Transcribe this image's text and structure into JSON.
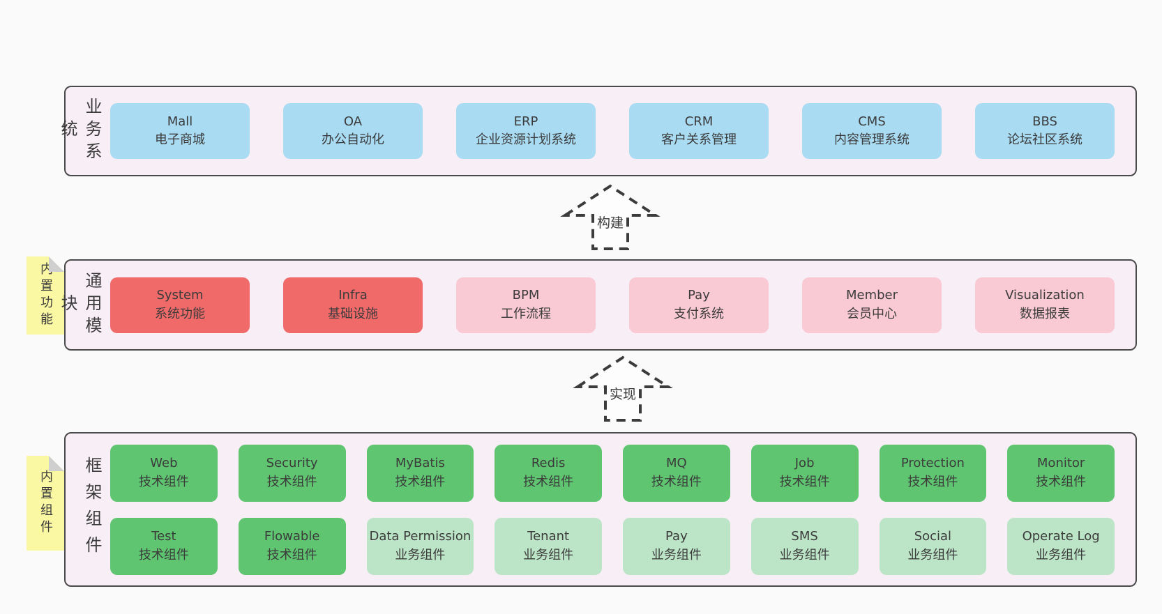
{
  "page": {
    "background": "#fafafa"
  },
  "colors": {
    "container_bg": "#f8eef6",
    "container_border": "#4a4a4a",
    "blue_box": "#a9dbf3",
    "red_box": "#f16a6a",
    "pink_box": "#f9c9d4",
    "green_dark_box": "#5fc571",
    "green_light_box": "#bce4c6",
    "sticky_tab": "#fbf8a3",
    "fold_corner": "#cfcfcf",
    "text": "#3b3b3b"
  },
  "arrows": [
    {
      "label": "构建"
    },
    {
      "label": "实现"
    }
  ],
  "layers": [
    {
      "label": "业务系统",
      "boxes": [
        {
          "name": "Mall",
          "desc": "电子商城"
        },
        {
          "name": "OA",
          "desc": "办公自动化"
        },
        {
          "name": "ERP",
          "desc": "企业资源计划系统"
        },
        {
          "name": "CRM",
          "desc": "客户关系管理"
        },
        {
          "name": "CMS",
          "desc": "内容管理系统"
        },
        {
          "name": "BBS",
          "desc": "论坛社区系统"
        }
      ]
    },
    {
      "label": "通用模块",
      "tab": "内置功能",
      "boxes": [
        {
          "name": "System",
          "desc": "系统功能"
        },
        {
          "name": "Infra",
          "desc": "基础设施"
        },
        {
          "name": "BPM",
          "desc": "工作流程"
        },
        {
          "name": "Pay",
          "desc": "支付系统"
        },
        {
          "name": "Member",
          "desc": "会员中心"
        },
        {
          "name": "Visualization",
          "desc": "数据报表"
        }
      ]
    },
    {
      "label": "框架组件",
      "tab": "内置组件",
      "rows": [
        [
          {
            "name": "Web",
            "desc": "技术组件"
          },
          {
            "name": "Security",
            "desc": "技术组件"
          },
          {
            "name": "MyBatis",
            "desc": "技术组件"
          },
          {
            "name": "Redis",
            "desc": "技术组件"
          },
          {
            "name": "MQ",
            "desc": "技术组件"
          },
          {
            "name": "Job",
            "desc": "技术组件"
          },
          {
            "name": "Protection",
            "desc": "技术组件"
          },
          {
            "name": "Monitor",
            "desc": "技术组件"
          }
        ],
        [
          {
            "name": "Test",
            "desc": "技术组件"
          },
          {
            "name": "Flowable",
            "desc": "技术组件"
          },
          {
            "name": "Data Permission",
            "desc": "业务组件"
          },
          {
            "name": "Tenant",
            "desc": "业务组件"
          },
          {
            "name": "Pay",
            "desc": "业务组件"
          },
          {
            "name": "SMS",
            "desc": "业务组件"
          },
          {
            "name": "Social",
            "desc": "业务组件"
          },
          {
            "name": "Operate Log",
            "desc": "业务组件"
          }
        ]
      ]
    }
  ]
}
